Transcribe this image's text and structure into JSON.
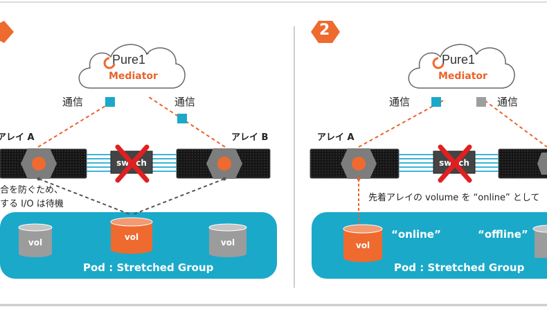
{
  "left_panel": {
    "badge": "",
    "cloud": {
      "brand": "Pure1",
      "tm": "™",
      "title": "Mediator"
    },
    "comm_left": "通信",
    "comm_right": "通信",
    "array_a": "アレイ A",
    "array_b": "アレイ B",
    "switch": "switch",
    "note_line1": "合を防ぐため、",
    "note_line2": "する I/O は待機",
    "pod": {
      "label": "Pod : Stretched Group",
      "vols": [
        "vol",
        "vol",
        "vol"
      ]
    }
  },
  "right_panel": {
    "badge": "2",
    "cloud": {
      "brand": "Pure1",
      "tm": "™",
      "title": "Mediator"
    },
    "comm_left": "通信",
    "comm_right": "通信",
    "array_a": "アレイ A",
    "switch": "switch",
    "note": "先着アレイの volume を “online” として",
    "pod": {
      "label": "Pod : Stretched Group",
      "vols": [
        "vol"
      ],
      "state_online": "“online”",
      "state_offline": "“offline”"
    }
  },
  "colors": {
    "orange": "#ee6a2f",
    "teal": "#1ba8c9",
    "gray_vol": "#9c9c9c",
    "dark": "#1b1b1b",
    "red_x": "#e02020"
  }
}
